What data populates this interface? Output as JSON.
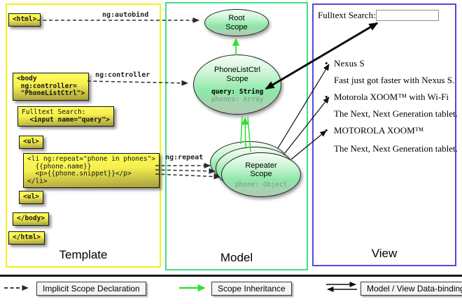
{
  "template_panel": {
    "title": "Template",
    "html_open": "<html>",
    "body_open": "<body\n ng:controller=\n \"PhoneListCtrl\">",
    "fulltext_label": "Fulltext Search:",
    "input_code": "  <input name=\"query\">",
    "ul_open": "<ul>",
    "li_repeat": "<li ng:repeat=\"phone in phones\">\n  {{phone.name}}\n  <p>{{phone.snippet}}</p>\n</li>",
    "ul_close": "<ul>",
    "body_close": "</body>",
    "html_close": "</html>"
  },
  "edge_labels": {
    "autobind": "ng:autobind",
    "controller": "ng:controller",
    "repeat": "ng:repeat"
  },
  "model_panel": {
    "title": "Model",
    "root_scope_title": "Root\nScope",
    "phonelist_title": "PhoneListCtrl\nScope",
    "phonelist_query": "query: String",
    "phonelist_phones": "phones: Array",
    "repeater_title": "Repeater\nScope",
    "repeater_phone": "phone: Object"
  },
  "view_panel": {
    "title": "View",
    "search_label": "Fulltext Search:",
    "search_value": "",
    "bullet": "•",
    "items": [
      {
        "name": "Nexus S",
        "snippet": "Fast just got faster with Nexus S."
      },
      {
        "name": "Motorola XOOM™  with Wi-Fi",
        "snippet": "The Next, Next Generation tablet."
      },
      {
        "name": "MOTOROLA XOOM™",
        "snippet": "The Next, Next Generation tablet."
      }
    ]
  },
  "legend": {
    "implicit_label": "Implicit Scope Declaration",
    "inheritance_label": "Scope Inheritance",
    "databinding_label": "Model / View Data-binding"
  },
  "colors": {
    "template_border": "#f2f218",
    "model_border": "#41dc8c",
    "view_border": "#5a45d8",
    "inheritance_green": "#2fe02f",
    "code_box_yellow": "#ffff5c"
  }
}
